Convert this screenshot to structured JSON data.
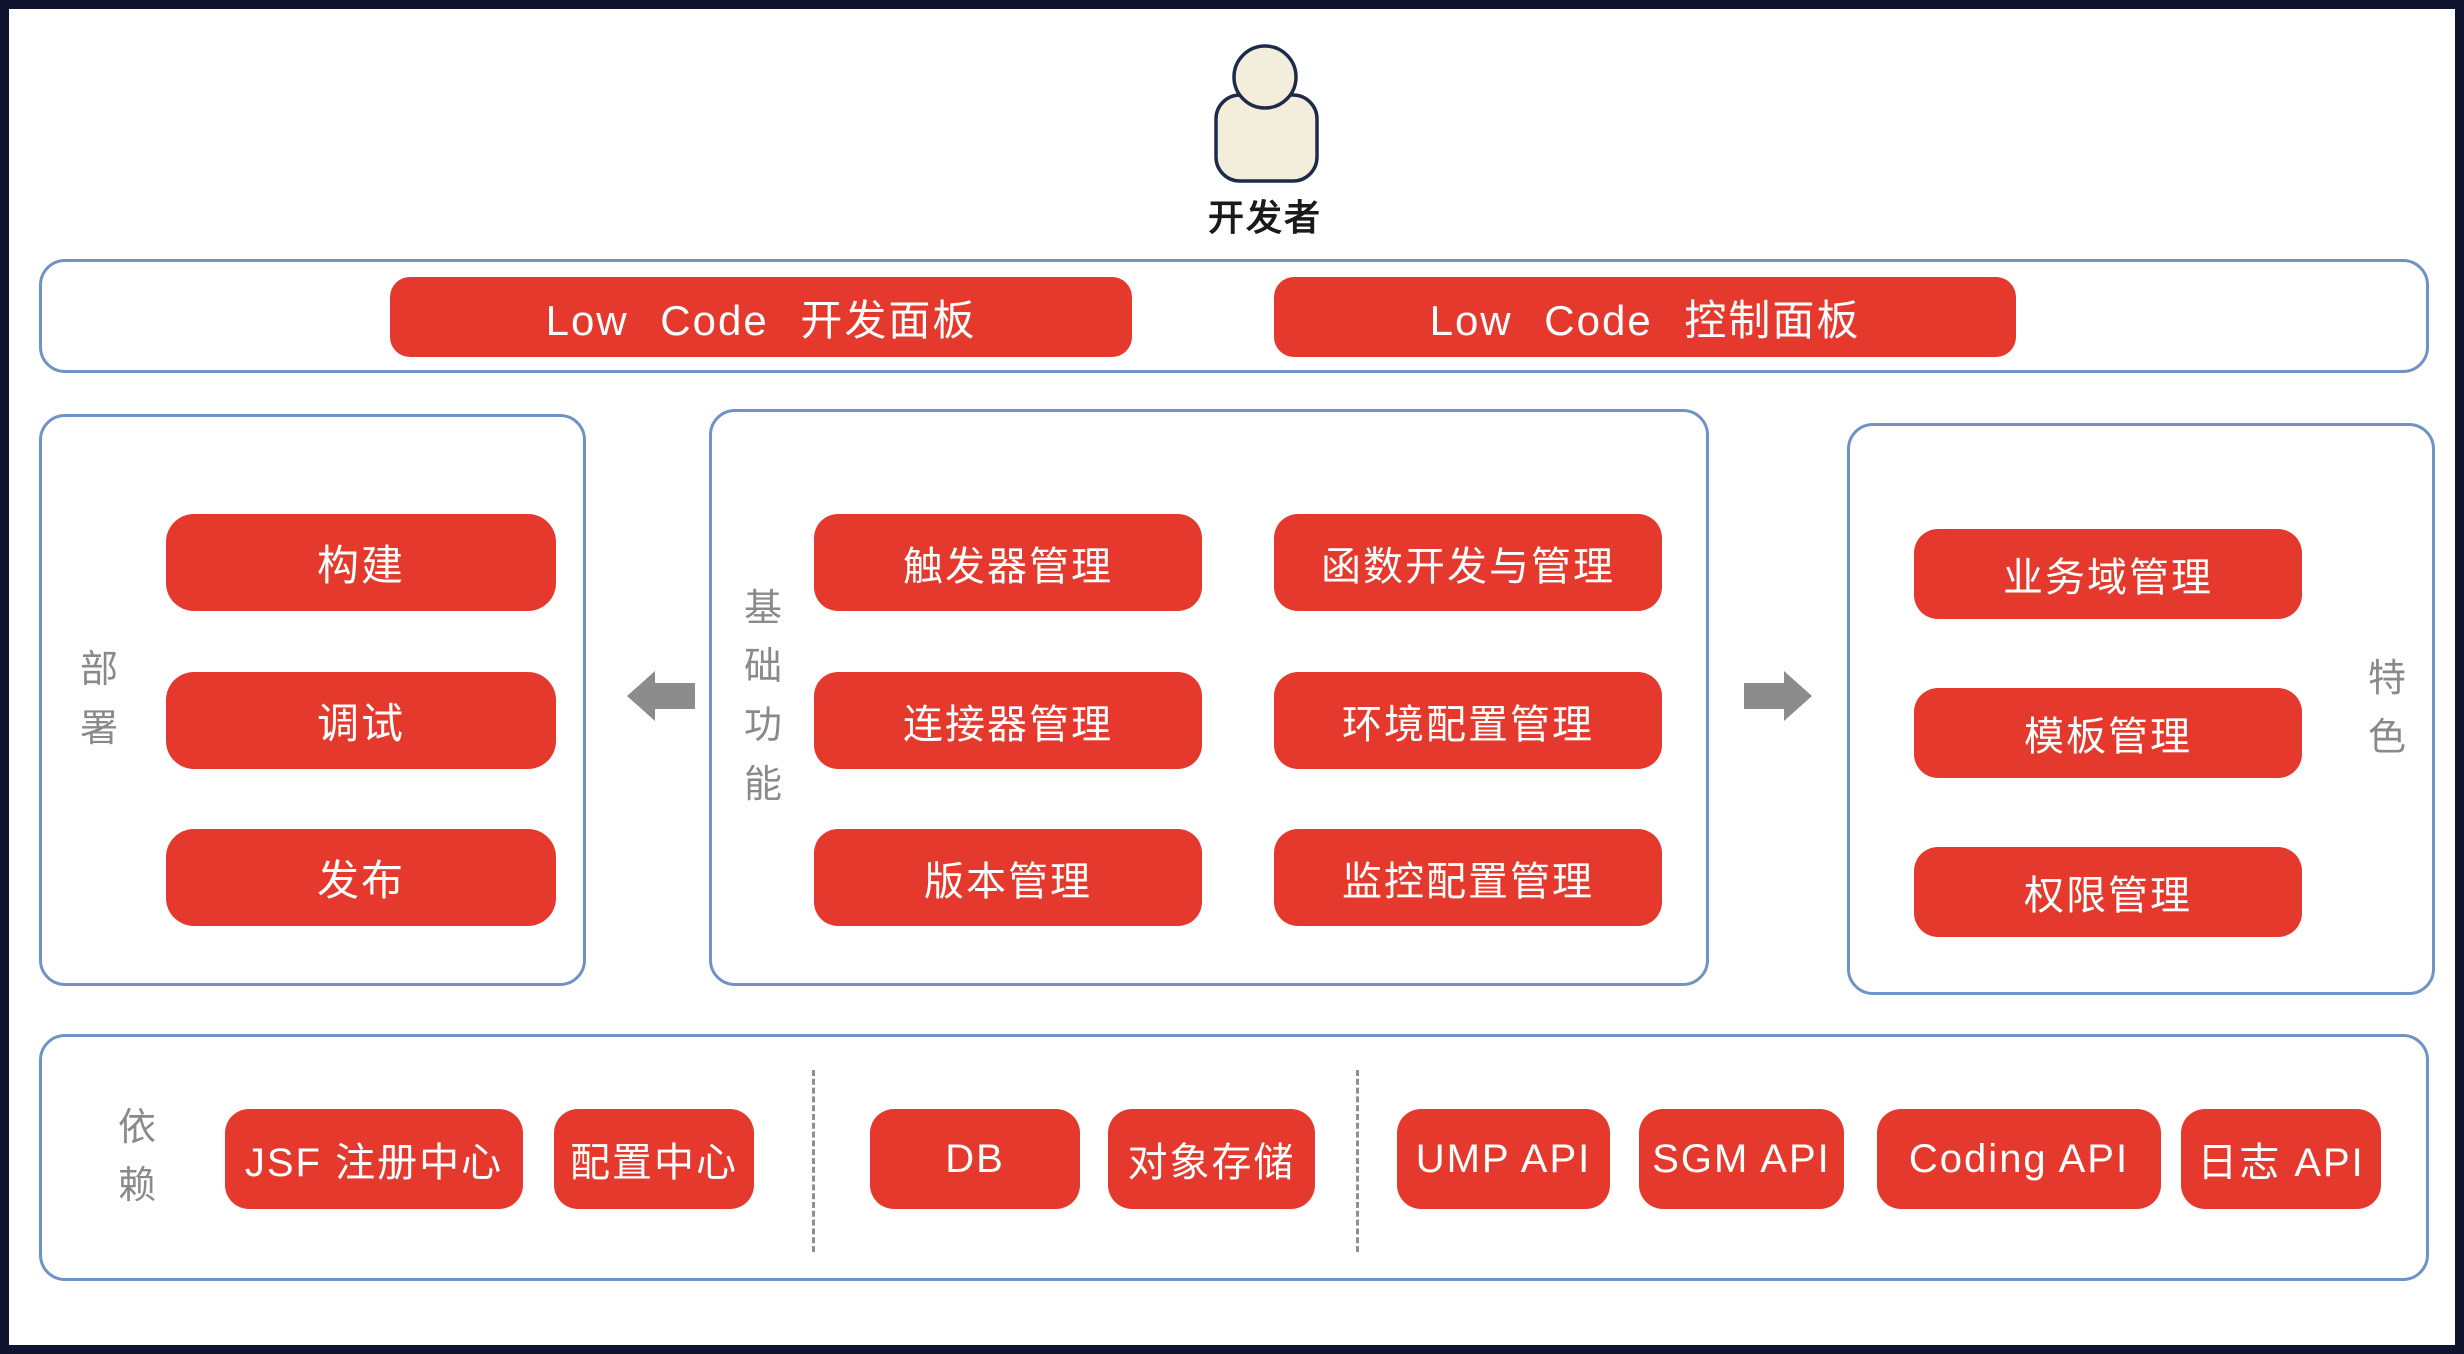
{
  "actor": {
    "label": "开发者"
  },
  "top_panels": [
    {
      "label": "Low Code 开发面板"
    },
    {
      "label": "Low Code 控制面板"
    }
  ],
  "deploy": {
    "label": "部署",
    "items": [
      "构建",
      "调试",
      "发布"
    ]
  },
  "basic": {
    "label": "基础功能",
    "items": [
      "触发器管理",
      "函数开发与管理",
      "连接器管理",
      "环境配置管理",
      "版本管理",
      "监控配置管理"
    ]
  },
  "feature": {
    "label": "特色",
    "items": [
      "业务域管理",
      "模板管理",
      "权限管理"
    ]
  },
  "dependencies": {
    "label": "依赖",
    "group1": [
      "JSF 注册中心",
      "配置中心"
    ],
    "group2": [
      "DB",
      "对象存储"
    ],
    "group3": [
      "UMP API",
      "SGM API",
      "Coding API",
      "日志 API"
    ]
  },
  "colors": {
    "accent_red": "#e6392d",
    "panel_border_blue": "#6e93c4",
    "outer_frame_navy": "#11142f",
    "label_gray": "#8a8a8a",
    "arrow_gray": "#8c8c8c",
    "actor_fill": "#f2eedb",
    "actor_stroke": "#1e2a4a"
  }
}
